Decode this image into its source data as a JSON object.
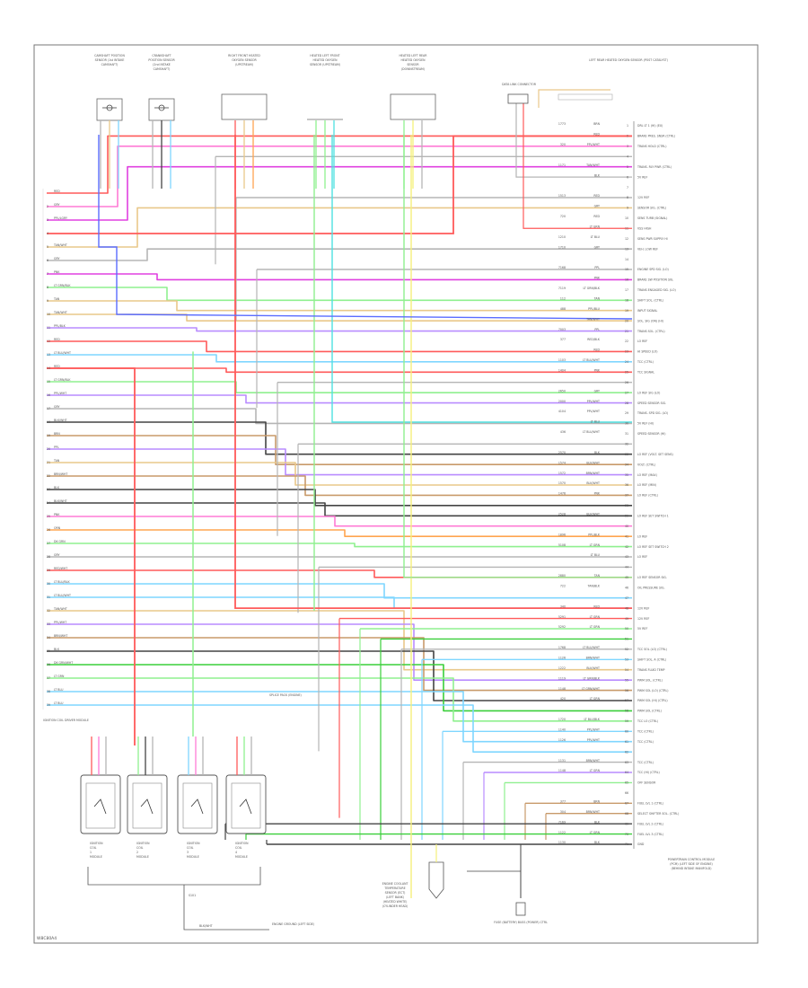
{
  "figure_code": "W8C80A4",
  "left_wires": [
    {
      "pin": "",
      "color": "RED"
    },
    {
      "pin": "2",
      "color": "GRY"
    },
    {
      "pin": "3",
      "color": "PPL/LGRY"
    },
    {
      "pin": "4",
      "color": ""
    },
    {
      "pin": "5",
      "color": "TAN/WHT"
    },
    {
      "pin": "6",
      "color": "GRY"
    },
    {
      "pin": "7",
      "color": "PNK"
    },
    {
      "pin": "8",
      "color": "LT GRN/BLK"
    },
    {
      "pin": "9",
      "color": "TAN"
    },
    {
      "pin": "10",
      "color": "TAN/WHT"
    },
    {
      "pin": "11",
      "color": "PPL/BLK"
    },
    {
      "pin": "12",
      "color": "RED"
    },
    {
      "pin": "13",
      "color": "LT BLU/WHT"
    },
    {
      "pin": "14",
      "color": "RED"
    },
    {
      "pin": "15",
      "color": "LT GRN/BLK"
    },
    {
      "pin": "16",
      "color": "PPL/WHT"
    },
    {
      "pin": "17",
      "color": "GRY"
    },
    {
      "pin": "18",
      "color": "BLK/WHT"
    },
    {
      "pin": "19",
      "color": "BRN"
    },
    {
      "pin": "20",
      "color": "PPL"
    },
    {
      "pin": "21",
      "color": "TAN"
    },
    {
      "pin": "22",
      "color": "BRN/WHT"
    },
    {
      "pin": "23",
      "color": "BLK"
    },
    {
      "pin": "24",
      "color": "BLK/WHT"
    },
    {
      "pin": "25",
      "color": "PNK"
    },
    {
      "pin": "26",
      "color": "ORN"
    },
    {
      "pin": "27",
      "color": "DK GRN"
    },
    {
      "pin": "28",
      "color": "GRY"
    },
    {
      "pin": "29",
      "color": "RED/WHT"
    },
    {
      "pin": "30",
      "color": "LT BLU/BLK"
    },
    {
      "pin": "31",
      "color": "LT BLU/WHT"
    },
    {
      "pin": "32",
      "color": "TAN/WHT"
    },
    {
      "pin": "33",
      "color": "PPL/WHT"
    },
    {
      "pin": "34",
      "color": "BRN/WHT"
    },
    {
      "pin": "35",
      "color": "BLK"
    },
    {
      "pin": "36",
      "color": "DK GRN/WHT"
    },
    {
      "pin": "37",
      "color": "LT GRN"
    },
    {
      "pin": "38",
      "color": "LT BLU"
    },
    {
      "pin": "39",
      "color": "LT BLU"
    }
  ],
  "right_wires": [
    {
      "circuit": "1773",
      "color": "BRN",
      "pin": "1",
      "label": "DRL LT 1 (HI) (EX)"
    },
    {
      "circuit": "",
      "color": "RED",
      "pin": "2",
      "label": "BRAKE PRES. SNSR (CTRL)"
    },
    {
      "circuit": "320",
      "color": "PPL/WHT",
      "pin": "3",
      "label": "TRANS HOLD (CTRL)"
    },
    {
      "circuit": "",
      "color": "",
      "pin": "4",
      "label": ""
    },
    {
      "circuit": "1171",
      "color": "TAN/WHT",
      "pin": "5",
      "label": "TRANS. RLY PWR (CTRL)"
    },
    {
      "circuit": "",
      "color": "BLK",
      "pin": "6",
      "label": "5V REF"
    },
    {
      "circuit": "",
      "color": "",
      "pin": "7",
      "label": ""
    },
    {
      "circuit": "1513",
      "color": "RED",
      "pin": "8",
      "label": "12V REF"
    },
    {
      "circuit": "",
      "color": "GRY",
      "pin": "9",
      "label": "SENSOR SIG. (CTRL)"
    },
    {
      "circuit": "720",
      "color": "RED",
      "pin": "10",
      "label": "SENS TURB (SIGNAL)"
    },
    {
      "circuit": "",
      "color": "LT GRN",
      "pin": "11",
      "label": "VSS HIGH"
    },
    {
      "circuit": "1210",
      "color": "LT BLU",
      "pin": "12",
      "label": "SENS PWR SUPPLY HI"
    },
    {
      "circuit": "1710",
      "color": "GRY",
      "pin": "13",
      "label": "VEH. LOW REF"
    },
    {
      "circuit": "",
      "color": "",
      "pin": "14",
      "label": ""
    },
    {
      "circuit": "7168",
      "color": "PPL",
      "pin": "15",
      "label": "ENGINE SPD SIG. (LO)"
    },
    {
      "circuit": "",
      "color": "PNK",
      "pin": "16",
      "label": "BRAKE SW POSITION SIG."
    },
    {
      "circuit": "7119",
      "color": "LT GRN/BLK",
      "pin": "17",
      "label": "TRANS ENGAGED SIG. (LO)"
    },
    {
      "circuit": "112",
      "color": "TAN",
      "pin": "18",
      "label": "SHIFT SOL. (CTRL)"
    },
    {
      "circuit": "488",
      "color": "PPL/BLU",
      "pin": "19",
      "label": "INPUT SIGNAL"
    },
    {
      "circuit": "",
      "color": "TAN/WHT",
      "pin": "20",
      "label": "SOL. SIG (ON) (HI)"
    },
    {
      "circuit": "7003",
      "color": "PPL",
      "pin": "21",
      "label": "TRANS SOL. (CTRL)"
    },
    {
      "circuit": "377",
      "color": "RED/BLK",
      "pin": "22",
      "label": "LO REF"
    },
    {
      "circuit": "",
      "color": "RED",
      "pin": "23",
      "label": "HI SPEED (LO)"
    },
    {
      "circuit": "1103",
      "color": "LT BLU/WHT",
      "pin": "24",
      "label": "TCC (CTRL)"
    },
    {
      "circuit": "1404",
      "color": "PNK",
      "pin": "25",
      "label": "TCC SIGNAL"
    },
    {
      "circuit": "",
      "color": "",
      "pin": "26",
      "label": ""
    },
    {
      "circuit": "2650",
      "color": "GRY",
      "pin": "27",
      "label": "LO REF SIG (LO)"
    },
    {
      "circuit": "2000",
      "color": "PPL/WHT",
      "pin": "28",
      "label": "SPEED SENSOR SIG."
    },
    {
      "circuit": "4104",
      "color": "PPL/WHT",
      "pin": "29",
      "label": "TRANS. SPD SIG. (LO)"
    },
    {
      "circuit": "",
      "color": "LT BLU",
      "pin": "30",
      "label": "5V REF (HI)"
    },
    {
      "circuit": "436",
      "color": "LT BLU/WHT",
      "pin": "31",
      "label": "SPEED SENSOR (HI)"
    },
    {
      "circuit": "",
      "color": "",
      "pin": "32",
      "label": ""
    },
    {
      "circuit": "2570",
      "color": "BLK",
      "pin": "33",
      "label": "LO REF (VOLT. SET SENS)"
    },
    {
      "circuit": "1574",
      "color": "BLK/WHT",
      "pin": "34",
      "label": "VOLT. (CTRL)"
    },
    {
      "circuit": "1572",
      "color": "BRN/WHT",
      "pin": "35",
      "label": "LO REF (MAX)"
    },
    {
      "circuit": "1570",
      "color": "BLK/WHT",
      "pin": "36",
      "label": "LO REF (MIN)"
    },
    {
      "circuit": "1476",
      "color": "PNK",
      "pin": "37",
      "label": "LO REF (CTRL)"
    },
    {
      "circuit": "",
      "color": "",
      "pin": "38",
      "label": ""
    },
    {
      "circuit": "2528",
      "color": "BLK/WHT",
      "pin": "39",
      "label": "LO REF SET SWITCH 1"
    },
    {
      "circuit": "",
      "color": "",
      "pin": "40",
      "label": ""
    },
    {
      "circuit": "1896",
      "color": "PPL/BLK",
      "pin": "41",
      "label": "LO REF"
    },
    {
      "circuit": "5108",
      "color": "LT GRN",
      "pin": "42",
      "label": "LO REF SET SWITCH 2"
    },
    {
      "circuit": "",
      "color": "LT BLU",
      "pin": "43",
      "label": "LO REF"
    },
    {
      "circuit": "",
      "color": "",
      "pin": "44",
      "label": ""
    },
    {
      "circuit": "2880",
      "color": "TAN",
      "pin": "45",
      "label": "LO REF SENSOR SIG."
    },
    {
      "circuit": "722",
      "color": "TAN/BLK",
      "pin": "46",
      "label": "OIL PRESSURE SIG."
    },
    {
      "circuit": "",
      "color": "",
      "pin": "47",
      "label": ""
    },
    {
      "circuit": "340",
      "color": "RED",
      "pin": "48",
      "label": "12V REF"
    },
    {
      "circuit": "5291",
      "color": "LT GRN",
      "pin": "49",
      "label": "12V REF"
    },
    {
      "circuit": "5292",
      "color": "LT GRN",
      "pin": "50",
      "label": "5V REF"
    },
    {
      "circuit": "",
      "color": "",
      "pin": "51",
      "label": ""
    },
    {
      "circuit": "1768",
      "color": "LT BLU/WHT",
      "pin": "52",
      "label": "TCC SOL (LO) (CTRL)"
    },
    {
      "circuit": "1126",
      "color": "BRN/WHT",
      "pin": "53",
      "label": "SHIFT SOL. A (CTRL)"
    },
    {
      "circuit": "1222",
      "color": "BLK/WHT",
      "pin": "54",
      "label": "TRANS FLUID TEMP"
    },
    {
      "circuit": "1119",
      "color": "LT GRN/BLK",
      "pin": "55",
      "label": "PWM SOL. (CTRL)"
    },
    {
      "circuit": "1148",
      "color": "LT GRN/WHT",
      "pin": "56",
      "label": "PWM SOL (LO) (CTRL)"
    },
    {
      "circuit": "420",
      "color": "LT GRN",
      "pin": "57",
      "label": "PWM SOL (HI) (CTRL)"
    },
    {
      "circuit": "",
      "color": "",
      "pin": "58",
      "label": "PWM SOL (CTRL)"
    },
    {
      "circuit": "1720",
      "color": "LT BLU/BLK",
      "pin": "59",
      "label": "TCC LO (CTRL)"
    },
    {
      "circuit": "1140",
      "color": "PPL/WHT",
      "pin": "60",
      "label": "TCC (CTRL)"
    },
    {
      "circuit": "1126",
      "color": "PPL/WHT",
      "pin": "61",
      "label": "TCC (CTRL)"
    },
    {
      "circuit": "",
      "color": "",
      "pin": "62",
      "label": ""
    },
    {
      "circuit": "1131",
      "color": "BRN/WHT",
      "pin": "63",
      "label": "TCC (CTRL)"
    },
    {
      "circuit": "1148",
      "color": "LT GRN",
      "pin": "64",
      "label": "TCC (HI) (CTRL)"
    },
    {
      "circuit": "",
      "color": "",
      "pin": "65",
      "label": "OFF SENSOR"
    },
    {
      "circuit": "",
      "color": "",
      "pin": "66",
      "label": ""
    },
    {
      "circuit": "377",
      "color": "BRN",
      "pin": "67",
      "label": "FUEL LVL 1 (CTRL)"
    },
    {
      "circuit": "304",
      "color": "BRN/WHT",
      "pin": "68",
      "label": "SELECT SHIFTER SOL. (CTRL)"
    },
    {
      "circuit": "7169",
      "color": "BLK",
      "pin": "69",
      "label": "FUEL LVL 2 (CTRL)"
    },
    {
      "circuit": "1122",
      "color": "LT GRN",
      "pin": "70",
      "label": "FUEL LVL 3 (CTRL)"
    },
    {
      "circuit": "1130",
      "color": "BLK",
      "pin": "71",
      "label": "GND"
    }
  ],
  "components": {
    "top_connectors": [
      {
        "label": "CAMSHAFT POSITION SENSOR (1st INTAKE CAMSHAFT)"
      },
      {
        "label": "CRANKSHAFT POSITION SENSOR (2nd INTAKE CAMSHAFT)"
      },
      {
        "label": "RIGHT FRONT HEATED OXYGEN SENSOR (UPSTREAM)"
      },
      {
        "label": "HEATED LEFT FRONT HEATED OXYGEN SENSOR (UPSTREAM)"
      },
      {
        "label": "HEATED LEFT REAR HEATED OXYGEN SENSOR (DOWNSTREAM)"
      }
    ],
    "right_top_connector": "LEFT REAR HEATED OXYGEN SENSOR (POST CATALYST)",
    "dlc_label": "DATA LINK CONNECTOR",
    "bottom_modules": [
      {
        "label": "IGNITION COIL 1 MODULE"
      },
      {
        "label": "IGNITION COIL 2 MODULE"
      },
      {
        "label": "IGNITION COIL 3 MODULE"
      },
      {
        "label": "IGNITION COIL 4 MODULE"
      }
    ],
    "ignition_splice": "S101",
    "bottom_left_label": "IGNITION COIL DRIVER MODULE",
    "bottom_center_label": "ENGINE COOLANT TEMPERATURE SENSOR (ECT) (LEFT BANK) (HEATED WHITE) (CYLINDER HEAD)",
    "bottom_right_label": "FUSE (BATTERY) BUSS (POWER) CTRL",
    "right_bottom_label": "POWERTRAIN CONTROL MODULE (PCM) (LEFT SIDE OF ENGINE) (BEHIND INTAKE MANIFOLD)",
    "ground_label": "ENGINE GROUND (LEFT SIDE)",
    "mid_small_label": "SPLICE PACK (ENGINE)"
  },
  "palette": {
    "red": "#ff5a5a",
    "pink": "#ff7bd5",
    "magenta": "#e040e0",
    "tan": "#e9c88a",
    "gray": "#b5b5b5",
    "ltgreen": "#8ff08f",
    "green": "#3acf3a",
    "ltblue": "#7fd6ff",
    "blue": "#5a6cff",
    "purple": "#b98cff",
    "brown": "#c89a6a",
    "black": "#444444",
    "orange": "#ffa550",
    "yellow": "#f5f07a",
    "cyan": "#4ee0e0"
  }
}
